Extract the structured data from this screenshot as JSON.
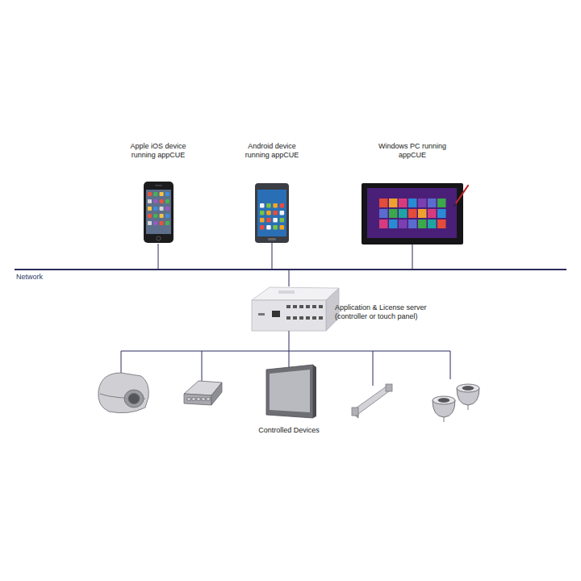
{
  "diagram": {
    "nodes": [
      {
        "text": [
          "Apple iOS device running appCUE"
        ]
      },
      {
        "text": [
          "Android device running appCUE"
        ]
      },
      {
        "text": [
          "Windows PC running appCUE"
        ]
      },
      {
        "text": [
          "Network"
        ]
      },
      {
        "text": [
          "Application & License server (controller or touch panel)"
        ]
      }
    ],
    "edges": [
      {
        "from": 0,
        "to": 3,
        "arrow": "none"
      },
      {
        "from": 1,
        "to": 3,
        "arrow": "none"
      },
      {
        "from": 2,
        "to": 3,
        "arrow": "none"
      },
      {
        "from": 3,
        "to": 4,
        "arrow": "none"
      }
    ],
    "labels": [
      "Controlled Devices"
    ]
  }
}
